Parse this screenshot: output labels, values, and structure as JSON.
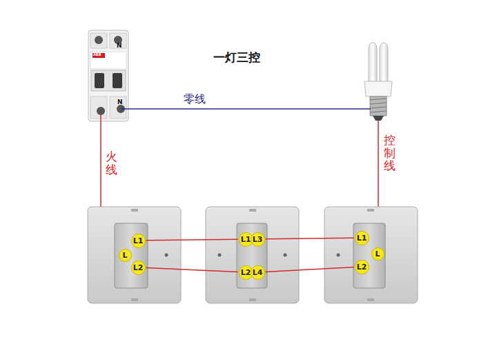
{
  "diagram": {
    "title": "一灯三控",
    "nodes": [
      {
        "text": [
          "L1"
        ]
      },
      {
        "text": [
          "L"
        ]
      },
      {
        "text": [
          "L2"
        ]
      },
      {
        "text": [
          "L1"
        ]
      },
      {
        "text": [
          "L3"
        ]
      },
      {
        "text": [
          "L2"
        ]
      },
      {
        "text": [
          "L4"
        ]
      },
      {
        "text": [
          "L1"
        ]
      },
      {
        "text": [
          "L"
        ]
      },
      {
        "text": [
          "L2"
        ]
      }
    ],
    "edges": [
      {
        "from": 0,
        "to": 3,
        "arrow": "none"
      },
      {
        "from": 4,
        "to": 7,
        "arrow": "none"
      },
      {
        "from": 2,
        "to": 5,
        "arrow": "none"
      },
      {
        "from": 6,
        "to": 9,
        "arrow": "none"
      }
    ],
    "labels": [
      "零线",
      "火线",
      "控制线",
      "N",
      "N",
      "ABB"
    ]
  }
}
